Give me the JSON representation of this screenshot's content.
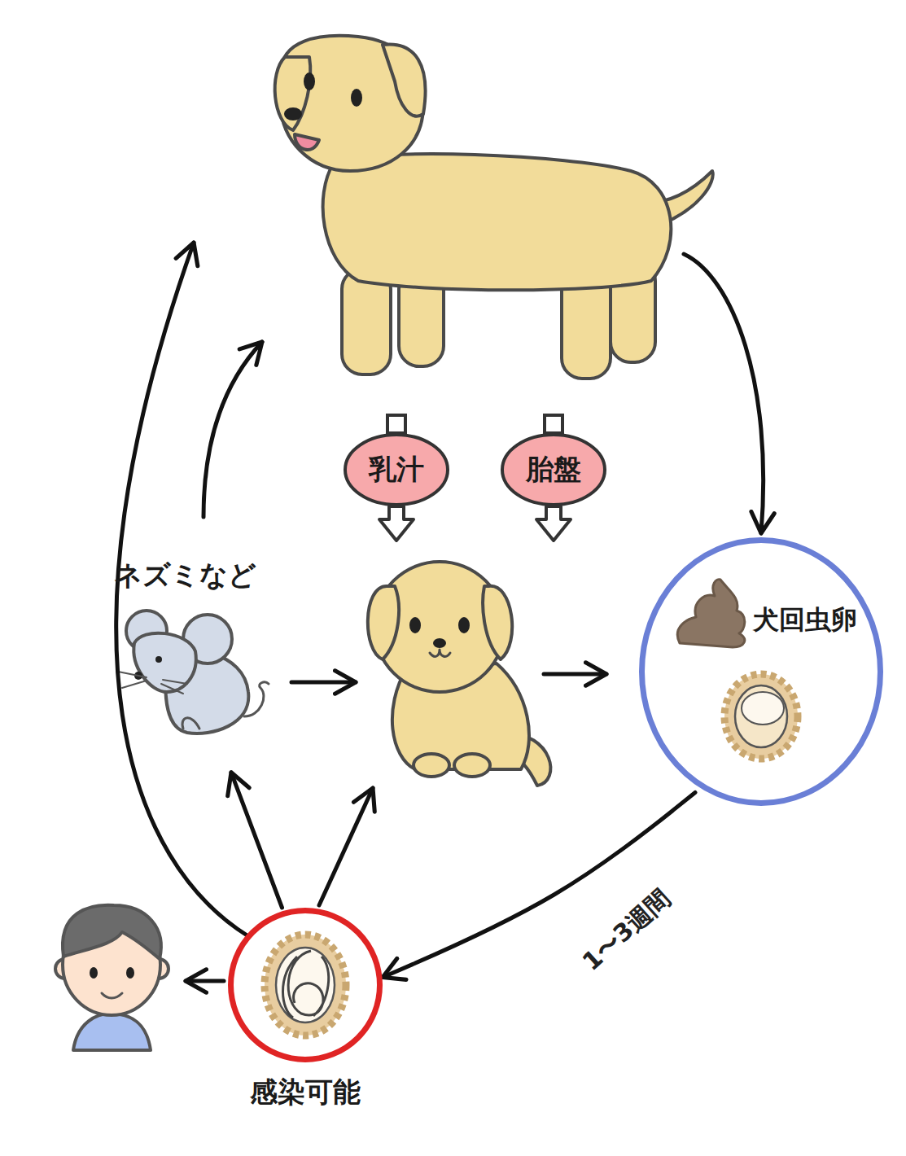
{
  "diagram": {
    "nodes": [
      {
        "text": [
          "乳汁"
        ]
      },
      {
        "text": [
          "胎盤"
        ]
      },
      {
        "text": [
          "ネズミなど"
        ]
      },
      {
        "text": [
          "犬回虫卵"
        ]
      },
      {
        "text": [
          "感染可能"
        ]
      }
    ],
    "edges": [
      {
        "from": 3,
        "to": 4,
        "label": "1〜3週間",
        "arrow": "to"
      },
      {
        "from": 4,
        "to": 2,
        "arrow": "to"
      }
    ]
  }
}
